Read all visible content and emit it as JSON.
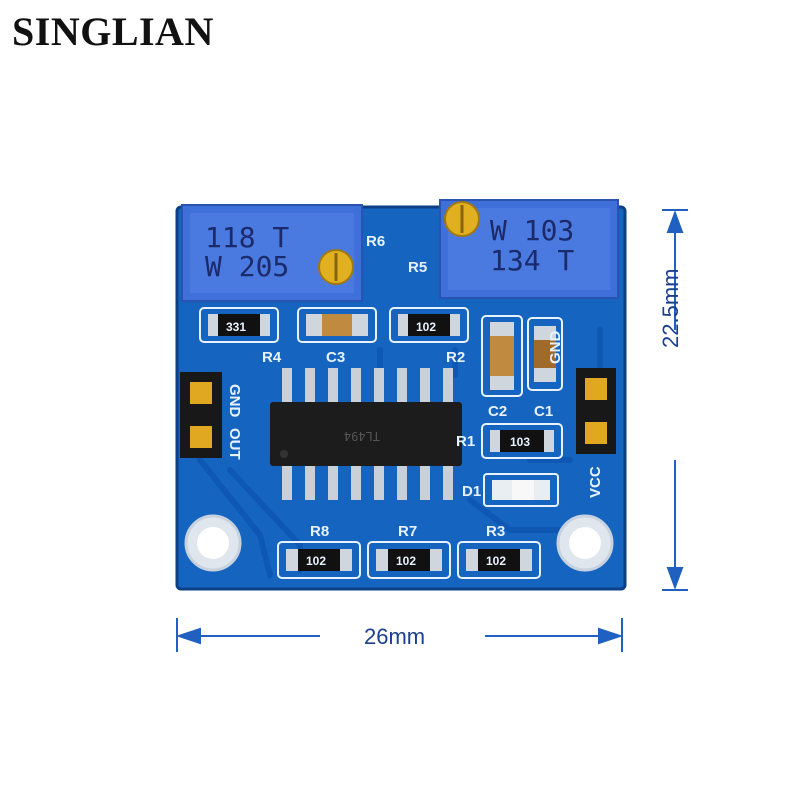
{
  "brand": "SINGLIAN",
  "dimensions": {
    "width": "26mm",
    "height": "22.5mm"
  },
  "colors": {
    "pcb": "#1565c0",
    "pcb_dark": "#0d4fa3",
    "pot": "#3f6fd8",
    "dimension": "#1b3f8f"
  },
  "pots": [
    {
      "line1": "118 T",
      "line2": "W 205"
    },
    {
      "line1": "W 103",
      "line2": "134 T"
    }
  ],
  "silkscreen": {
    "r1": "R1",
    "r2": "R2",
    "r3": "R3",
    "r4": "R4",
    "r5": "R5",
    "r6": "R6",
    "r7": "R7",
    "r8": "R8",
    "c1": "C1",
    "c2": "C2",
    "c3": "C3",
    "d1": "D1",
    "gnd_left": "GND",
    "out": "OUT",
    "gnd_right": "GND",
    "vcc": "VCC"
  },
  "resistor_codes": {
    "r4": "331",
    "r2": "102",
    "r1": "103",
    "r8": "102",
    "r7": "102",
    "r3": "102"
  },
  "ic_label": "TL494"
}
